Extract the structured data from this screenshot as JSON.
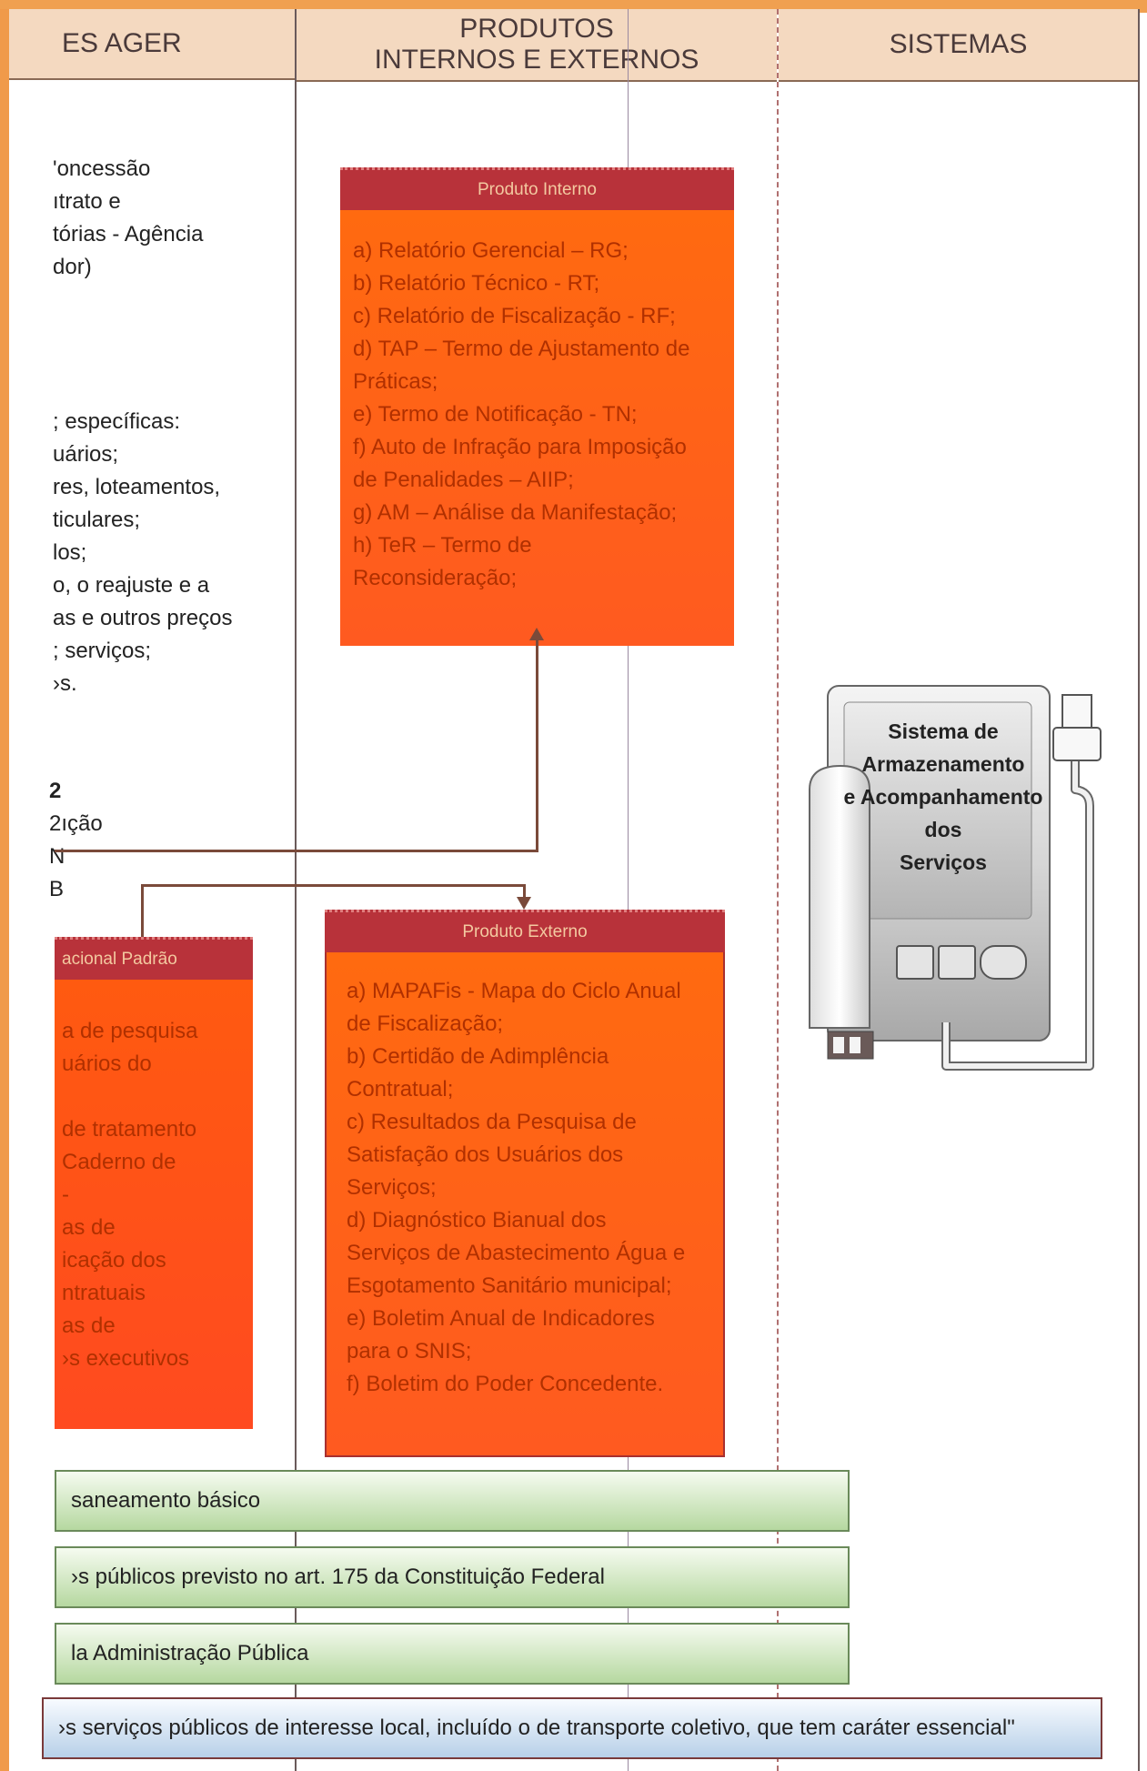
{
  "header": {
    "col1": "ES AGER",
    "col2_line1": "PRODUTOS",
    "col2_line2": "INTERNOS E EXTERNOS",
    "col3": "SISTEMAS"
  },
  "left_text": {
    "block1": [
      "'oncessão",
      "ıtrato e",
      "tórias - Agência",
      "dor)"
    ],
    "block2": [
      "; específicas:",
      "uários;",
      "res, loteamentos,",
      "ticulares;",
      "los;",
      "o, o reajuste e a",
      "as e outros preços",
      "; serviços;",
      "›s."
    ],
    "block3": [
      "2",
      "2ıção",
      "N",
      "B"
    ]
  },
  "produto_interno": {
    "title": "Produto Interno",
    "items": [
      "a) Relatório Gerencial – RG;",
      "b) Relatório Técnico - RT;",
      "c) Relatório de Fiscalização - RF;",
      "d) TAP – Termo de Ajustamento de",
      "Práticas;",
      "e) Termo de Notificação - TN;",
      "f) Auto de Infração para Imposição",
      "de Penalidades – AIIP;",
      "g) AM – Análise da Manifestação;",
      "h) TeR – Termo de",
      "Reconsideração;"
    ]
  },
  "produto_externo": {
    "title": "Produto Externo",
    "items": [
      "a) MAPAFis - Mapa do Ciclo Anual",
      "de Fiscalização;",
      "b) Certidão de Adimplência",
      "Contratual;",
      "c) Resultados da Pesquisa de",
      "Satisfação dos Usuários dos",
      "Serviços;",
      "d) Diagnóstico Bianual dos",
      "Serviços de Abastecimento Água e",
      "Esgotamento Sanitário municipal;",
      "e) Boletim Anual de Indicadores",
      "para o SNIS;",
      "f) Boletim do Poder Concedente."
    ]
  },
  "left_panel": {
    "title": "acional Padrão",
    "items": [
      "a de pesquisa",
      "uários do",
      "",
      "de tratamento",
      "Caderno de",
      "-",
      "as de",
      "icação dos",
      "ntratuais",
      "as de",
      "›s executivos"
    ]
  },
  "system": {
    "line1": "Sistema de",
    "line2": "Armazenamento",
    "line3": "e Acompanhamento",
    "line4": "dos",
    "line5": "Serviços"
  },
  "bars": [
    "saneamento básico",
    "›s públicos previsto no art. 175 da Constituição Federal",
    "la Administração Pública",
    "›s serviços públicos de interesse local, incluído o de transporte coletivo, que tem caráter essencial\""
  ]
}
